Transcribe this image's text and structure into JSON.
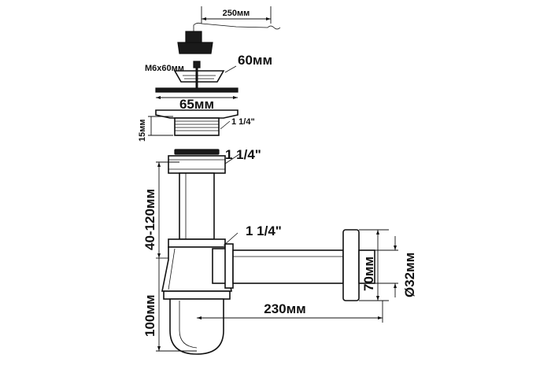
{
  "diagram": {
    "labels": {
      "chain_length": "250мм",
      "screw": "M6x60мм",
      "strainer_diameter": "60мм",
      "outlet_diameter": "65мм",
      "thread_height": "15мм",
      "thread_small": "1 1/4\"",
      "thread_top": "1 1/4\"",
      "height_range": "40-120мм",
      "height_bottom": "100мм",
      "thread_side": "1 1/4\"",
      "flange_height": "70мм",
      "pipe_diameter": "Ø32мм",
      "horizontal_length": "230мм"
    }
  }
}
